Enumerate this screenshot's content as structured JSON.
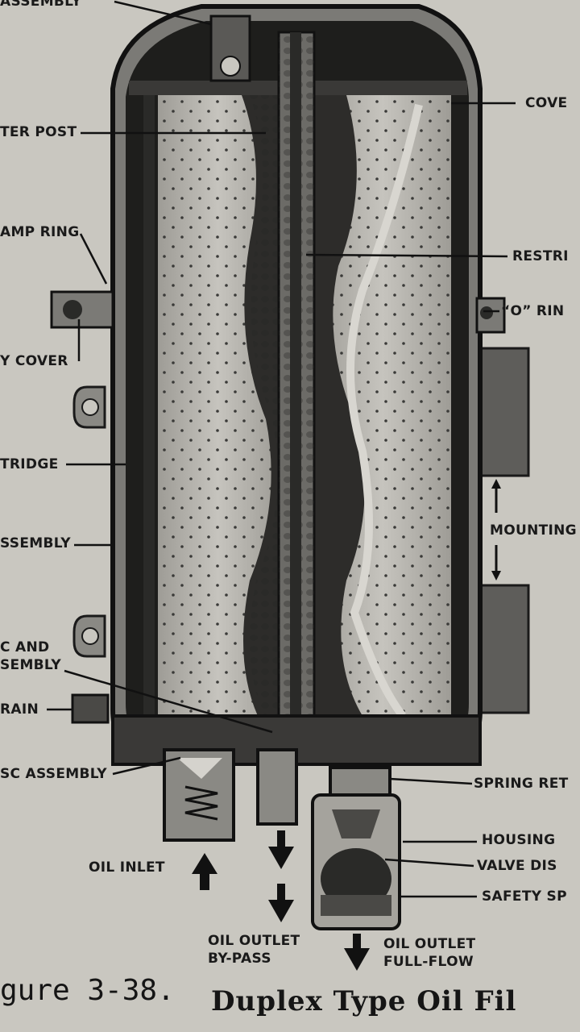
{
  "labels": {
    "bypass_valve_assembly": "ASSEMBLY",
    "cover": "COVE",
    "center_post": "TER POST",
    "clamp_ring": "AMP RING",
    "restrictor": "RESTRI",
    "o_ring": "“O” RIN",
    "body_cover": "Y COVER",
    "cartridge": "TRIDGE",
    "body_assembly": "SSEMBLY",
    "mounting": "MOUNTING",
    "disc_and_seat_assembly": "C AND\nSEMBLY",
    "drain": "RAIN",
    "inlet_disc_assembly": "SC ASSEMBLY",
    "spring_retainer": "SPRING RET",
    "housing": "HOUSING",
    "valve_disc": "VALVE DIS",
    "safety_spring": "SAFETY SP",
    "oil_inlet": "OIL INLET",
    "oil_outlet_bypass": "OIL OUTLET\nBY-PASS",
    "oil_outlet_fullflow": "OIL OUTLET\nFULL-FLOW"
  },
  "caption": {
    "figure_number": "gure 3-38.",
    "title": "Duplex Type Oil Fil"
  },
  "colors": {
    "paper": "#c9c7c0",
    "ink": "#1a1a1a",
    "shell": "#7b7a76",
    "element": "#b2b0aa",
    "center": "#6c6b67"
  }
}
